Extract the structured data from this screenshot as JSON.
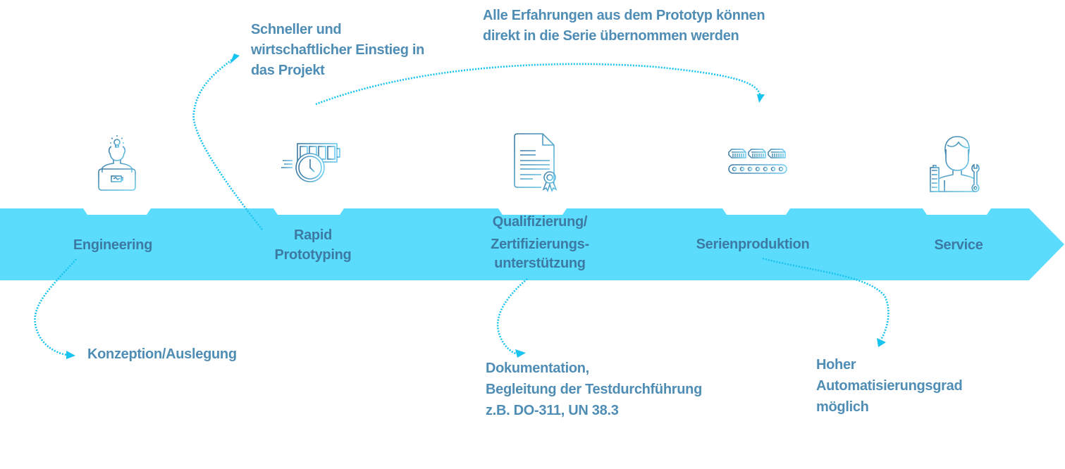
{
  "colors": {
    "band": "#5cdcfd",
    "text": "#4f8db5",
    "stage_text": "#3d7aa3",
    "arrow": "#19c3ef",
    "icon_dark": "#3d7aa3",
    "icon_light": "#6ccdf0"
  },
  "stages": [
    {
      "id": "engineering",
      "label_lines": [
        "Engineering"
      ],
      "icon": "engineer-laptop-icon"
    },
    {
      "id": "rapid-prototyping",
      "label_lines": [
        "Rapid",
        "Prototyping"
      ],
      "icon": "clock-battery-icon"
    },
    {
      "id": "qualifizierung",
      "label_lines": [
        "Qualifizierung/",
        "Zertifizierungs-",
        "unterstützung"
      ],
      "icon": "certificate-document-icon"
    },
    {
      "id": "serienproduktion",
      "label_lines": [
        "Serienproduktion"
      ],
      "icon": "conveyor-belt-icon"
    },
    {
      "id": "service",
      "label_lines": [
        "Service"
      ],
      "icon": "technician-wrench-icon"
    }
  ],
  "annotations": {
    "einstieg": [
      "Schneller und",
      "wirtschaftlicher Einstieg in",
      "das Projekt"
    ],
    "erfahrungen": [
      "Alle Erfahrungen aus dem Prototyp können",
      "direkt in die Serie übernommen werden"
    ],
    "konzeption": [
      "Konzeption/Auslegung"
    ],
    "dokumentation": [
      "Dokumentation,",
      "Begleitung der Testdurchführung",
      "z.B. DO-311, UN 38.3"
    ],
    "automatisierung": [
      "Hoher",
      "Automatisierungsgrad",
      "möglich"
    ]
  }
}
